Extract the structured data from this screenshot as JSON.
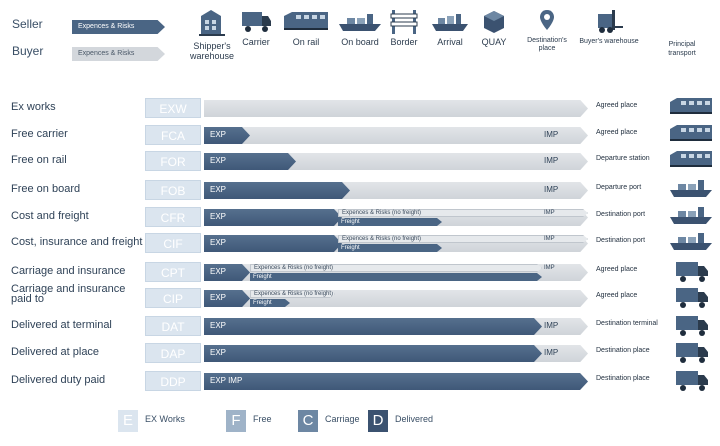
{
  "legend": {
    "seller": "Seller",
    "buyer": "Buyer",
    "chip": "Expences & Risks"
  },
  "stages": [
    {
      "label": "Shipper's warehouse",
      "icon": "warehouse-icon"
    },
    {
      "label": "Carrier",
      "icon": "truck-icon"
    },
    {
      "label": "On rail",
      "icon": "train-icon"
    },
    {
      "label": "On board",
      "icon": "ship-icon"
    },
    {
      "label": "Border",
      "icon": "barrier-icon"
    },
    {
      "label": "Arrival",
      "icon": "ship-icon"
    },
    {
      "label": "QUAY",
      "icon": "container-icon"
    },
    {
      "label": "Destination's place",
      "icon": "location-pin-icon"
    },
    {
      "label": "Buyer's warehouse",
      "icon": "forklift-icon"
    },
    {
      "label": "Principal transport",
      "icon": ""
    }
  ],
  "labels": {
    "exp": "EXP",
    "imp": "IMP",
    "exp_imp": "EXP IMP",
    "split_top": "Expences & Risks (no freight)",
    "split_bot": "Freight"
  },
  "rows": [
    {
      "term": "Ex works",
      "code": "EXW",
      "dest": "Agreed place",
      "transport": "train-icon",
      "seller_fraction": 0.0,
      "split": false,
      "imp": false
    },
    {
      "term": "Free carrier",
      "code": "FCA",
      "dest": "Agreed place",
      "transport": "train-icon",
      "seller_fraction": 0.12,
      "split": false,
      "imp": true
    },
    {
      "term": "Free on rail",
      "code": "FOR",
      "dest": "Departure station",
      "transport": "train-icon",
      "seller_fraction": 0.24,
      "split": false,
      "imp": true
    },
    {
      "term": "Free on board",
      "code": "FOB",
      "dest": "Departure port",
      "transport": "ship-icon",
      "seller_fraction": 0.38,
      "split": false,
      "imp": true
    },
    {
      "term": "Cost and freight",
      "code": "CFR",
      "dest": "Destination port",
      "transport": "ship-icon",
      "seller_fraction": 0.36,
      "split": true,
      "split_top_end": 1.0,
      "split_bot_end": 0.62,
      "imp": true
    },
    {
      "term": "Cost, insurance and freight",
      "code": "CIF",
      "dest": "Destination port",
      "transport": "ship-icon",
      "seller_fraction": 0.36,
      "split": true,
      "split_top_end": 1.0,
      "split_bot_end": 0.62,
      "imp": true
    },
    {
      "term": "Carriage and insurance",
      "code": "CPT",
      "dest": "Agreed place",
      "transport": "truck-icon",
      "seller_fraction": 0.12,
      "split": true,
      "split_top_end": 0.88,
      "split_bot_end": 0.88,
      "imp": true,
      "bot_white": false,
      "seller_full": 0.88
    },
    {
      "term": "Carriage and insurance paid to",
      "code": "CIP",
      "dest": "Agreed place",
      "transport": "truck-icon",
      "seller_fraction": 0.12,
      "split": true,
      "split_top_end": 0.34,
      "split_bot_end": 0.34,
      "imp": false,
      "bot_white": true,
      "seller_full": 0.12
    },
    {
      "term": "Delivered at terminal",
      "code": "DAT",
      "dest": "Destination terminal",
      "transport": "truck-icon",
      "seller_fraction": 0.88,
      "split": false,
      "imp": true
    },
    {
      "term": "Delivered at place",
      "code": "DAP",
      "dest": "Destination place",
      "transport": "truck-icon",
      "seller_fraction": 0.88,
      "split": false,
      "imp": true
    },
    {
      "term": "Delivered duty paid",
      "code": "DDP",
      "dest": "Destination place",
      "transport": "truck-icon",
      "seller_fraction": 1.0,
      "split": false,
      "imp": false,
      "exp_imp": true
    }
  ],
  "bottom_legend": [
    {
      "letter": "E",
      "label": "EX Works",
      "color": "#dbe5ef"
    },
    {
      "letter": "F",
      "label": "Free",
      "color": "#9fb3c8"
    },
    {
      "letter": "C",
      "label": "Carriage",
      "color": "#6d87a3"
    },
    {
      "letter": "D",
      "label": "Delivered",
      "color": "#3b5270"
    }
  ],
  "colors": {
    "seller": "#4a6584",
    "buyer": "#d3d7dc",
    "code_bg": "#dbe5ef"
  }
}
